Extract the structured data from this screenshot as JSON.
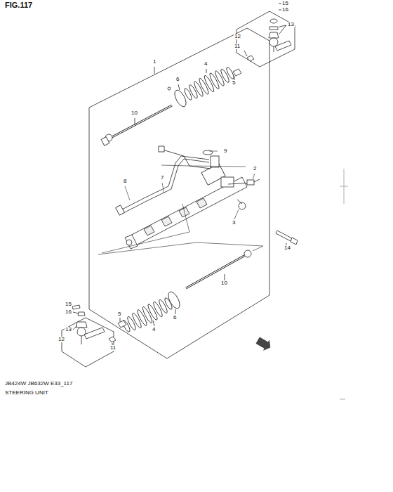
{
  "diagram": {
    "title": "FIG.117",
    "labels": [
      "15",
      "16",
      "13",
      "12",
      "11",
      "1",
      "4",
      "6",
      "5",
      "10",
      "9",
      "2",
      "7",
      "8",
      "3",
      "14",
      "10",
      "6",
      "4",
      "5",
      "15",
      "16",
      "13",
      "12",
      "11",
      "JB424W JB632W E33_117",
      "STEERING UNIT"
    ]
  }
}
